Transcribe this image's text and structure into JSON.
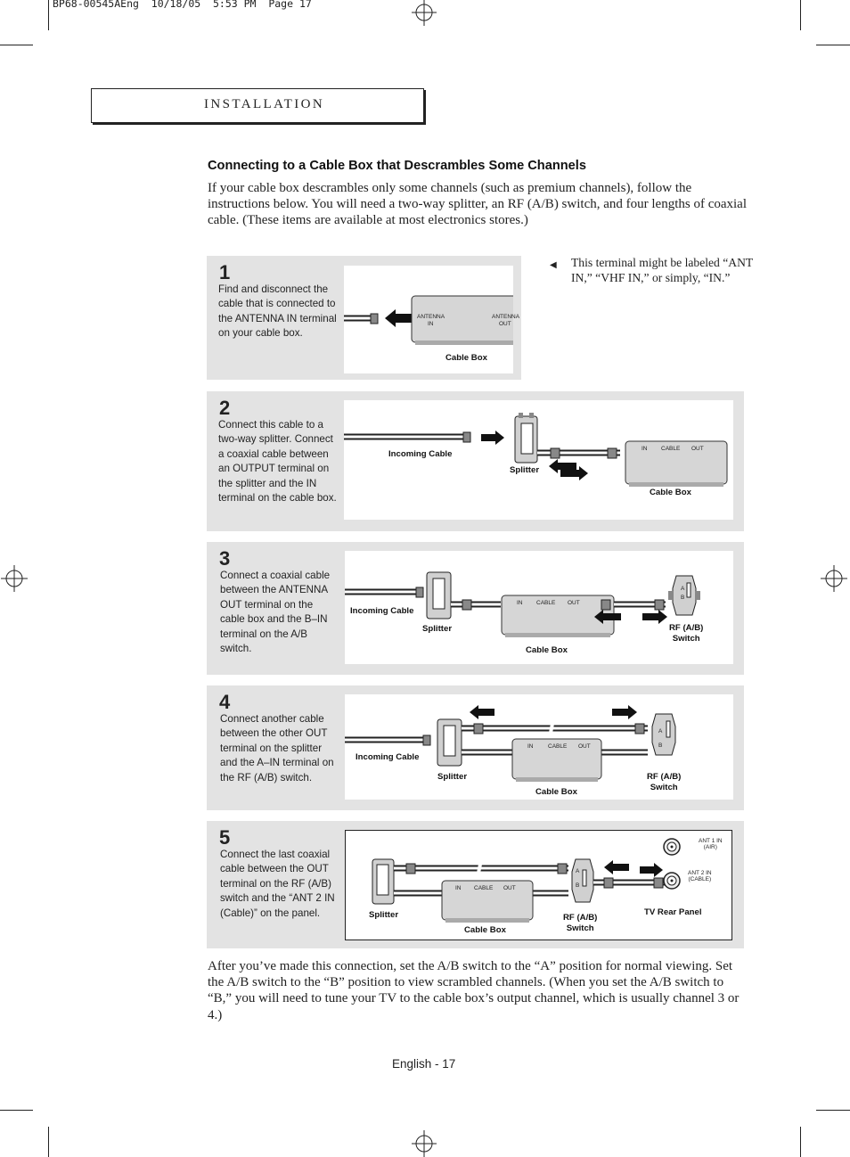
{
  "print_header": "BP68-00545AEng  10/18/05  5:53 PM  Page 17",
  "section": "INSTALLATION",
  "heading": "Connecting to a Cable Box that Descrambles Some Channels",
  "intro": "If your cable box descrambles only some channels (such as premium channels), follow the instructions below. You will need a two-way splitter, an RF (A/B) switch, and four lengths of coaxial cable. (These items are available at most electronics stores.)",
  "note": "This terminal might be labeled “ANT IN,” “VHF IN,” or simply, “IN.”",
  "steps": [
    {
      "num": "1",
      "text": "Find and disconnect the cable that is connected to the ANTENNA IN terminal on your cable box."
    },
    {
      "num": "2",
      "text": "Connect this cable to a two-way splitter. Connect a coaxial cable between an OUTPUT terminal on the splitter and the IN terminal on the cable box."
    },
    {
      "num": "3",
      "text": "Connect a coaxial cable between the ANTENNA OUT terminal on the cable box and the B–IN terminal on the A/B switch."
    },
    {
      "num": "4",
      "text": "Connect another cable between the other OUT terminal on the splitter and the A–IN terminal on the RF (A/B) switch."
    },
    {
      "num": "5",
      "text": "Connect the last coaxial cable between the OUT terminal on the RF (A/B) switch and the “ANT 2 IN (Cable)” on the panel."
    }
  ],
  "labels": {
    "cable_box": "Cable Box",
    "incoming_cable": "Incoming Cable",
    "splitter": "Splitter",
    "rf_switch_line1": "RF (A/B)",
    "rf_switch_line2": "Switch",
    "tv_rear_panel": "TV Rear Panel",
    "antenna_in_1": "ANTENNA",
    "antenna_in_2": "IN",
    "antenna_out_1": "ANTENNA",
    "antenna_out_2": "OUT",
    "box_in": "IN",
    "box_cable": "CABLE",
    "box_out": "OUT",
    "switch_a": "A",
    "switch_b": "B",
    "ant1_line1": "ANT 1 IN",
    "ant1_line2": "(AIR)",
    "ant2_line1": "ANT 2 IN",
    "ant2_line2": "(CABLE)"
  },
  "outro": "After you’ve made this connection, set the A/B switch to the “A” position for normal viewing. Set the A/B switch to the “B” position to view scrambled channels. (When you set the A/B switch to “B,” you will need to tune your TV to the cable box’s output channel, which is usually channel 3 or 4.)",
  "footer": "English - 17"
}
